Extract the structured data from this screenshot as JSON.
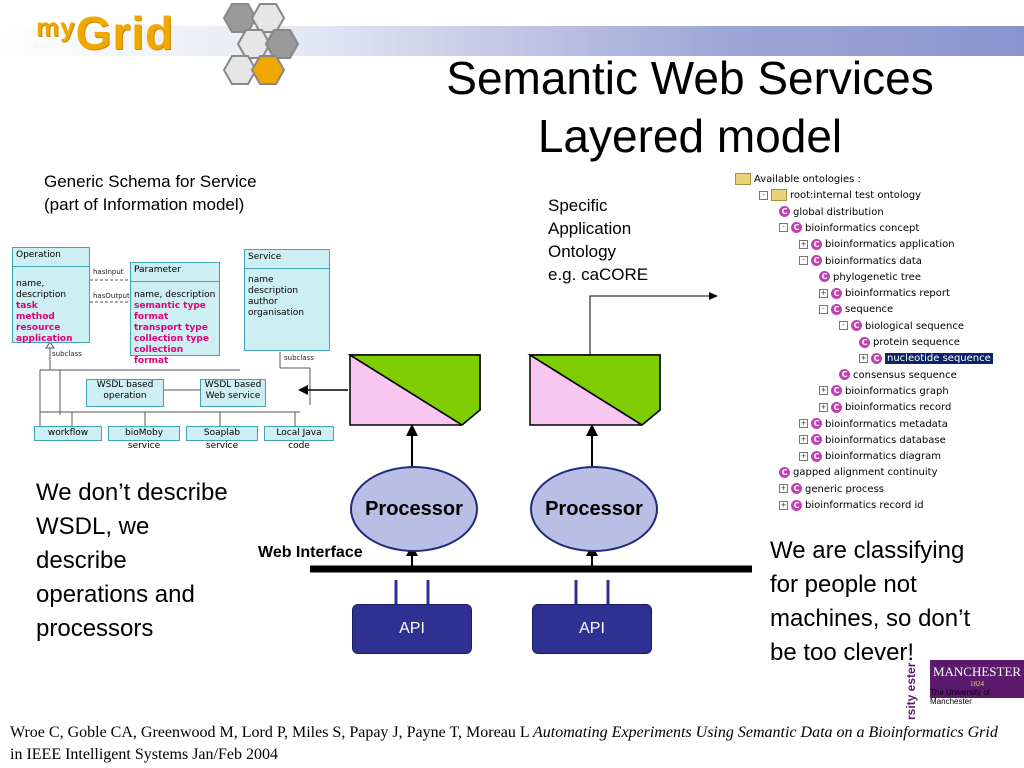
{
  "logo": {
    "my": "my",
    "grid": "Grid"
  },
  "title": {
    "line1": "Semantic Web Services",
    "line2": "Layered model"
  },
  "left_caption": {
    "line1": "Generic Schema for Service",
    "line2": "(part of Information model)"
  },
  "right_caption": {
    "line1": "Specific",
    "line2": "Application",
    "line3": "Ontology",
    "line4": "e.g. caCORE"
  },
  "uml": {
    "operation": {
      "name": "Operation",
      "attrs": [
        "name, description"
      ],
      "red_attrs": [
        "task",
        "method",
        "resource",
        "application"
      ]
    },
    "parameter": {
      "name": "Parameter",
      "attrs": [
        "name, description"
      ],
      "red_attrs": [
        "semantic type",
        "format",
        "transport type",
        "collection type",
        "collection format"
      ]
    },
    "service": {
      "name": "Service",
      "attrs": [
        "name",
        "description",
        "author",
        "organisation"
      ]
    },
    "has_input": "hasInput",
    "has_output": "hasOutput",
    "subclass_left": "subclass",
    "subclass_right": "subclass",
    "wsdl_op": {
      "line1": "WSDL based",
      "line2": "operation"
    },
    "wsdl_ws": {
      "line1": "WSDL based",
      "line2": "Web service"
    },
    "leaves": [
      "workflow",
      "bioMoby service",
      "Soaplab service",
      "Local Java code"
    ]
  },
  "processors": [
    {
      "label": "Processor"
    },
    {
      "label": "Processor"
    }
  ],
  "apis": [
    {
      "label": "API"
    },
    {
      "label": "API"
    }
  ],
  "web_interface": "Web Interface",
  "left_note": {
    "l1": "We don’t describe",
    "l2": "WSDL, we",
    "l3": "describe",
    "l4": "operations and",
    "l5": "processors"
  },
  "right_note": {
    "l1": "We are classifying",
    "l2": "for people not",
    "l3": "machines, so don’t",
    "l4": "be too clever!"
  },
  "ontology_tree": [
    {
      "label": "Available ontologies :",
      "indent": 0,
      "icon": "folder",
      "exp": ""
    },
    {
      "label": "root:internal test ontology",
      "indent": 1,
      "icon": "folder",
      "exp": "-"
    },
    {
      "label": "global distribution",
      "indent": 2,
      "icon": "class",
      "exp": ""
    },
    {
      "label": "bioinformatics concept",
      "indent": 2,
      "icon": "class",
      "exp": "-"
    },
    {
      "label": "bioinformatics application",
      "indent": 3,
      "icon": "class",
      "exp": "+"
    },
    {
      "label": "bioinformatics data",
      "indent": 3,
      "icon": "class",
      "exp": "-"
    },
    {
      "label": "phylogenetic tree",
      "indent": 4,
      "icon": "class",
      "exp": ""
    },
    {
      "label": "bioinformatics report",
      "indent": 4,
      "icon": "class",
      "exp": "+"
    },
    {
      "label": "sequence",
      "indent": 4,
      "icon": "class",
      "exp": "-"
    },
    {
      "label": "biological sequence",
      "indent": 5,
      "icon": "class",
      "exp": "-"
    },
    {
      "label": "protein sequence",
      "indent": 6,
      "icon": "class",
      "exp": ""
    },
    {
      "label": "nucleotide sequence",
      "indent": 6,
      "icon": "class",
      "exp": "+",
      "selected": true
    },
    {
      "label": "consensus sequence",
      "indent": 5,
      "icon": "class",
      "exp": ""
    },
    {
      "label": "bioinformatics graph",
      "indent": 4,
      "icon": "class",
      "exp": "+"
    },
    {
      "label": "bioinformatics record",
      "indent": 4,
      "icon": "class",
      "exp": "+"
    },
    {
      "label": "bioinformatics metadata",
      "indent": 3,
      "icon": "class",
      "exp": "+"
    },
    {
      "label": "bioinformatics database",
      "indent": 3,
      "icon": "class",
      "exp": "+"
    },
    {
      "label": "bioinformatics diagram",
      "indent": 3,
      "icon": "class",
      "exp": "+"
    },
    {
      "label": "gapped alignment continuity",
      "indent": 2,
      "icon": "class",
      "exp": ""
    },
    {
      "label": "generic process",
      "indent": 2,
      "icon": "class",
      "exp": "+"
    },
    {
      "label": "bioinformatics record id",
      "indent": 2,
      "icon": "class",
      "exp": "+"
    }
  ],
  "manchester": {
    "name": "MANCHESTER",
    "year": "1824",
    "university": "The University of Manchester",
    "vertical": "rsity ester"
  },
  "citation": {
    "authors": "Wroe C, Goble CA, Greenwood M, Lord P, Miles S, Papay J, Payne T, Moreau L ",
    "title": "Automating Experiments Using Semantic Data on a Bioinformatics Grid",
    "venue": " in IEEE Intelligent Systems Jan/Feb 2004"
  },
  "colors": {
    "banner": "#8b93cf",
    "logo": "#f0a800",
    "processor": "#b9bfe4",
    "api": "#2e3192",
    "doc_pink": "#f7c7f2",
    "doc_green": "#7fcc00",
    "uml_fill": "#cdeef2",
    "uml_red": "#e0007a"
  }
}
